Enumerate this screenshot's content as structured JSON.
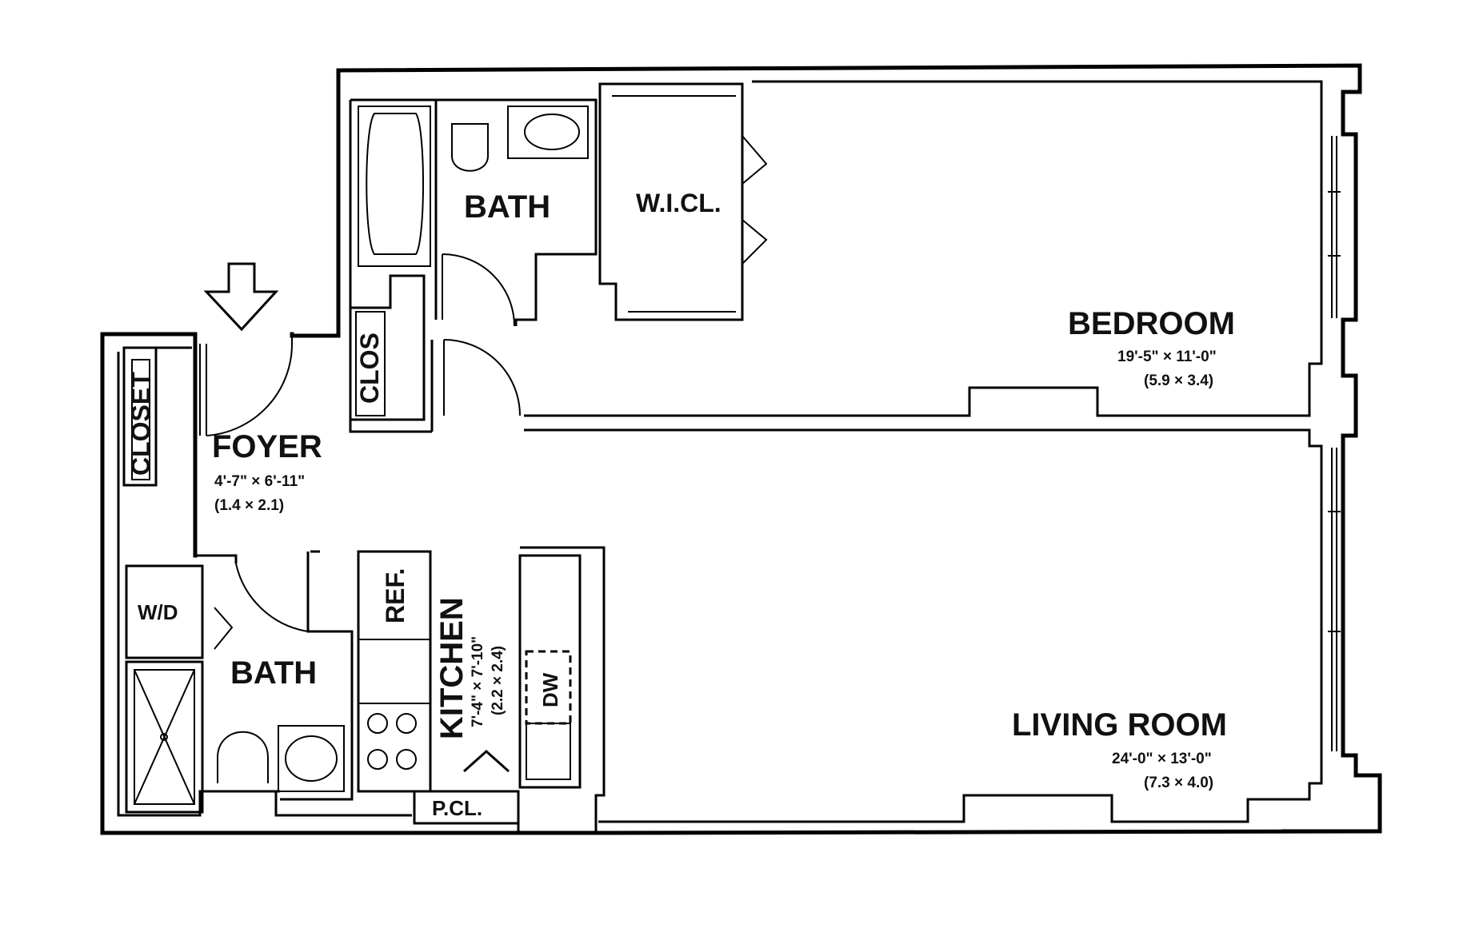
{
  "plan": {
    "rooms": {
      "bedroom": {
        "name": "BEDROOM",
        "dims": "19'-5\" × 11'-0\"",
        "metric": "(5.9 × 3.4)"
      },
      "living": {
        "name": "LIVING ROOM",
        "dims": "24'-0\" × 13'-0\"",
        "metric": "(7.3 × 4.0)"
      },
      "foyer": {
        "name": "FOYER",
        "dims": "4'-7\" × 6'-11\"",
        "metric": "(1.4 × 2.1)"
      },
      "kitchen": {
        "name": "KITCHEN",
        "dims": "7'-4\" × 7'-10\"",
        "metric": "(2.2 × 2.4)"
      },
      "bath_top": {
        "name": "BATH"
      },
      "bath_bottom": {
        "name": "BATH"
      },
      "wicl": {
        "name": "W.I.CL."
      },
      "clos": {
        "name": "CLOS"
      },
      "closet": {
        "name": "CLOSET"
      },
      "wd": {
        "name": "W/D"
      },
      "pcl": {
        "name": "P.CL."
      }
    },
    "fixtures": {
      "ref": "REF.",
      "dw": "DW"
    },
    "entry_icon": "entry-arrow-icon"
  }
}
